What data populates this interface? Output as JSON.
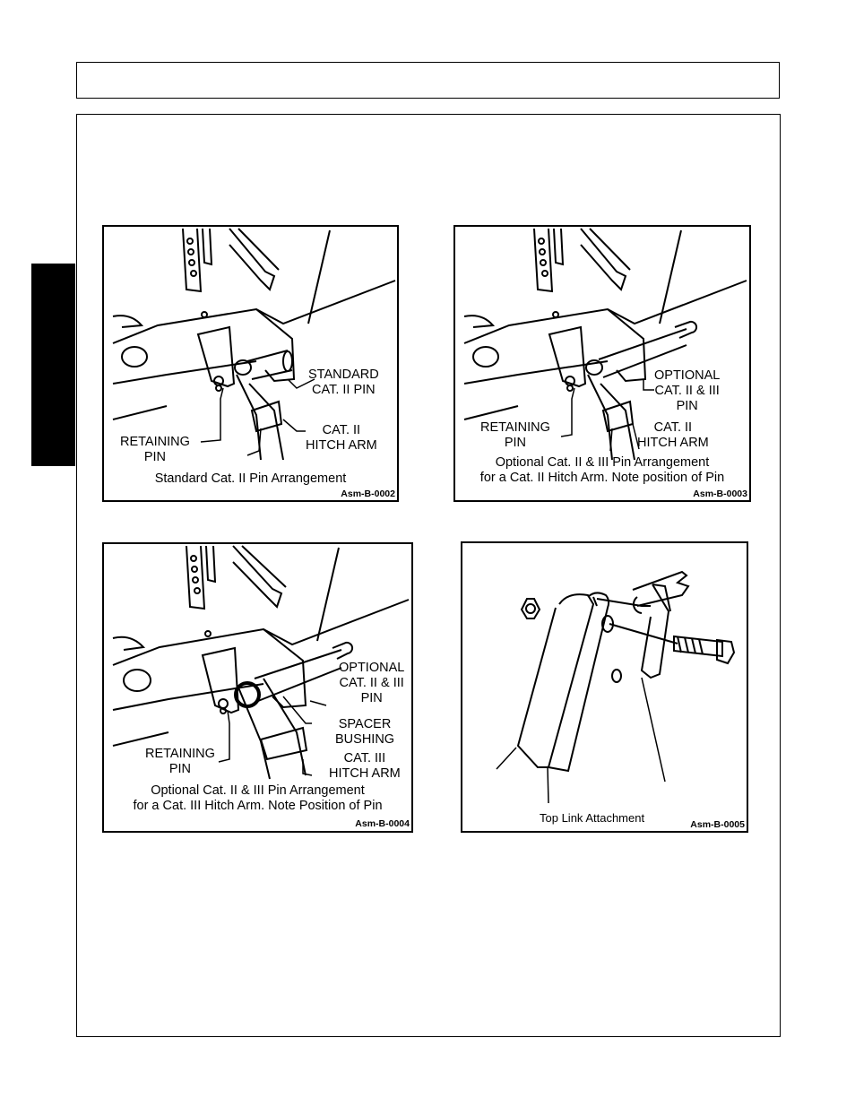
{
  "page": {
    "tab_color": "#000000"
  },
  "fig1": {
    "label_pin": [
      "STANDARD",
      "CAT. II PIN"
    ],
    "label_retaining": [
      "RETAINING",
      "PIN"
    ],
    "label_arm": [
      "CAT. II",
      "HITCH ARM"
    ],
    "caption": "Standard Cat. II Pin Arrangement",
    "code": "Asm-B-0002"
  },
  "fig2": {
    "label_pin": [
      "OPTIONAL",
      "CAT. II & III",
      "PIN"
    ],
    "label_retaining": [
      "RETAINING",
      "PIN"
    ],
    "label_arm": [
      "CAT. II",
      "HITCH ARM"
    ],
    "caption": [
      "Optional Cat. II & III Pin Arrangement",
      "for a Cat. II Hitch Arm. Note position of Pin"
    ],
    "code": "Asm-B-0003"
  },
  "fig3": {
    "label_pin": [
      "OPTIONAL",
      "CAT. II & III",
      "PIN"
    ],
    "label_spacer": [
      "SPACER",
      "BUSHING"
    ],
    "label_retaining": [
      "RETAINING",
      "PIN"
    ],
    "label_arm": [
      "CAT. III",
      "HITCH ARM"
    ],
    "caption": [
      "Optional Cat. II & III Pin Arrangement",
      "for a Cat. III Hitch Arm. Note Position of Pin"
    ],
    "code": "Asm-B-0004"
  },
  "fig4": {
    "caption": "Top Link Attachment",
    "code": "Asm-B-0005"
  }
}
